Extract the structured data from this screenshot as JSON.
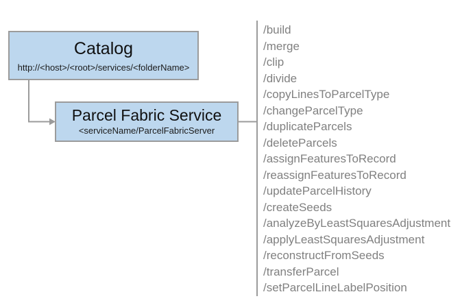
{
  "diagram": {
    "type": "service-architecture-diagram",
    "background_color": "#ffffff",
    "node_fill_color": "#bdd7ee",
    "node_border_color": "#9b9b9b",
    "connector_color": "#9b9b9b",
    "operation_text_color": "#808080"
  },
  "nodes": [
    {
      "id": "catalog",
      "title": "Catalog",
      "subtitle": "http://<host>/<root>/services/<folderName>"
    },
    {
      "id": "parcel_fabric_service",
      "title": "Parcel Fabric Service",
      "subtitle": "<serviceName/ParcelFabricServer"
    }
  ],
  "operations": {
    "items": [
      "/build",
      "/merge",
      "/clip",
      "/divide",
      "/copyLinesToParcelType",
      "/changeParcelType",
      "/duplicateParcels",
      "/deleteParcels",
      "/assignFeaturesToRecord",
      "/reassignFeaturesToRecord",
      "/updateParcelHistory",
      "/createSeeds",
      "/analyzeByLeastSquaresAdjustment",
      "/applyLeastSquaresAdjustment",
      "/reconstructFromSeeds",
      "/transferParcel",
      "/setParcelLineLabelPosition"
    ]
  }
}
